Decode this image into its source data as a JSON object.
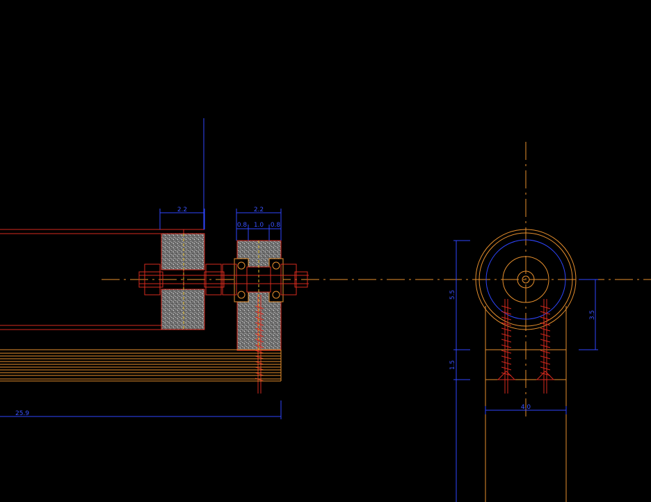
{
  "drawing": {
    "colors": {
      "background": "#000000",
      "dimension": "#2f46ff",
      "outline": "#e8902e",
      "hardware": "#d62a1e",
      "insulation_fill": "#8a8a8a"
    },
    "dimensions": {
      "left_block_width": "2.2",
      "middle_block_width": "2.2",
      "middle_sub_a": "0.8",
      "middle_sub_b": "1.0",
      "middle_sub_c": "0.8",
      "overall_length": "25.9",
      "right_height_upper": "5.5",
      "right_height_lower": "1.5",
      "right_height_side": "3.5",
      "right_width": "4.0"
    }
  }
}
